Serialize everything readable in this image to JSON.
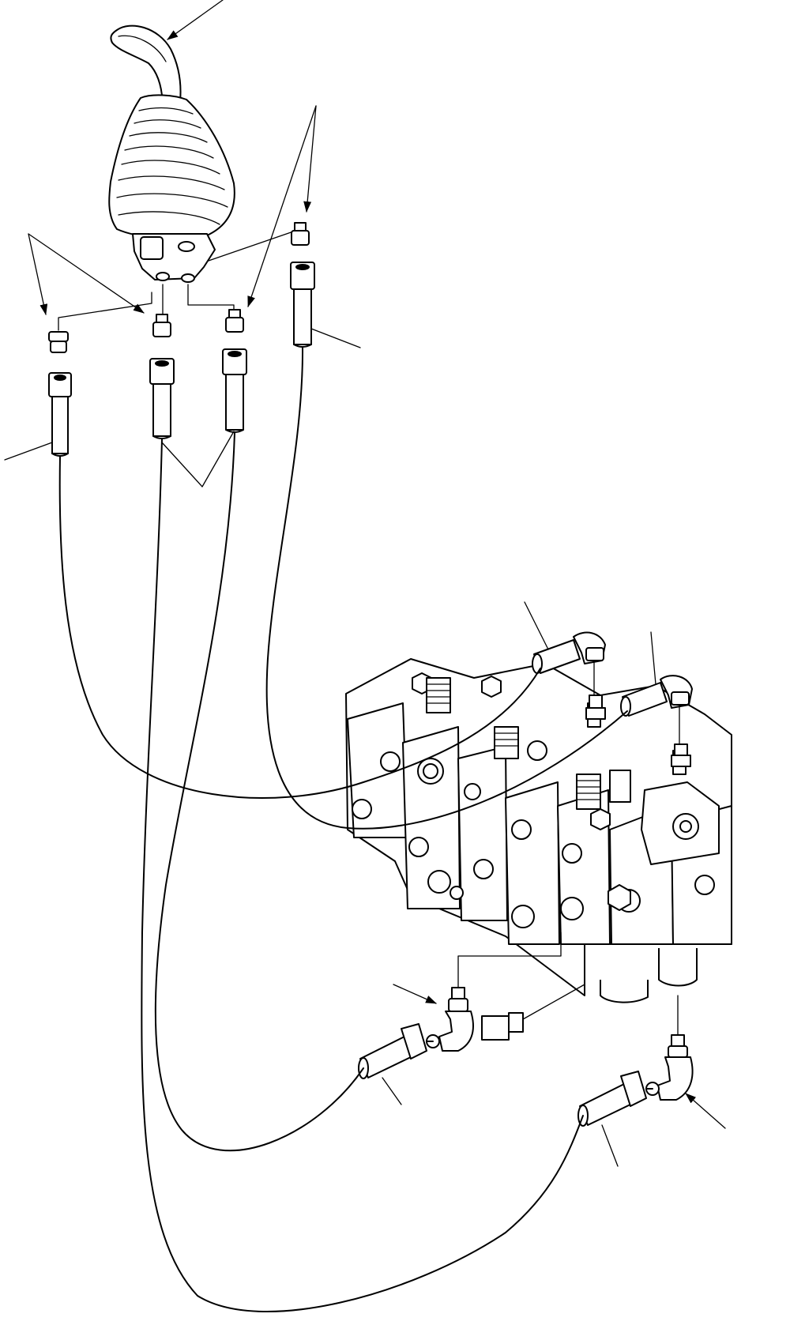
{
  "drawing": {
    "components": [
      "joystick-lever",
      "boot",
      "pilot-valve",
      "fitting",
      "hose",
      "elbow",
      "control-valve",
      "connector"
    ]
  }
}
